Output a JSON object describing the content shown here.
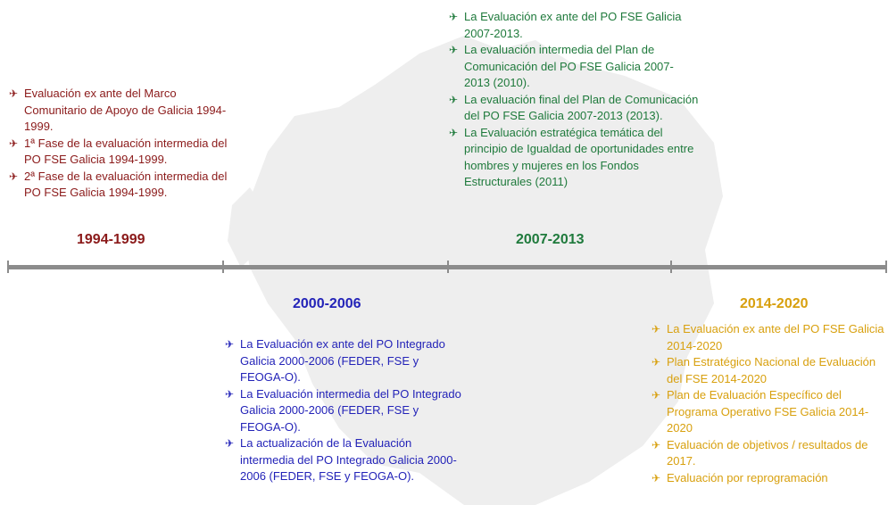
{
  "colors": {
    "p1994": "#8b1a1a",
    "p2000": "#2323b8",
    "p2007": "#1f7a3c",
    "p2014": "#d8a00e",
    "axis": "#8c8c8c",
    "map": "#eeeeee"
  },
  "bullet_icon": "plane-bullet-icon",
  "bullet_glyph": "✈",
  "periods": {
    "p1994": {
      "label": "1994-1999",
      "items": [
        "Evaluación ex ante del Marco Comunitario de Apoyo de Galicia 1994-1999.",
        "1ª Fase de la evaluación intermedia del PO FSE Galicia 1994-1999.",
        "2ª Fase de la evaluación intermedia del PO FSE Galicia 1994-1999."
      ]
    },
    "p2000": {
      "label": "2000-2006",
      "items": [
        "La Evaluación ex ante del PO Integrado Galicia 2000-2006 (FEDER, FSE y FEOGA-O).",
        "La Evaluación intermedia del PO Integrado Galicia 2000-2006 (FEDER, FSE y FEOGA-O).",
        "La actualización de la Evaluación intermedia del PO Integrado Galicia 2000-2006 (FEDER, FSE y FEOGA-O)."
      ]
    },
    "p2007": {
      "label": "2007-2013",
      "items": [
        "La Evaluación ex ante del PO FSE Galicia 2007-2013.",
        "La evaluación intermedia del Plan de Comunicación del PO FSE Galicia 2007-2013 (2010).",
        "La evaluación final del Plan de Comunicación del PO FSE Galicia 2007-2013 (2013).",
        "La Evaluación estratégica temática del principio de Igualdad de oportunidades entre hombres y mujeres en los Fondos Estructurales (2011)"
      ]
    },
    "p2014": {
      "label": "2014-2020",
      "items": [
        "La Evaluación ex ante del PO FSE Galicia 2014-2020",
        "Plan Estratégico Nacional de Evaluación del FSE 2014-2020",
        "Plan de Evaluación Específico del Programa Operativo FSE Galicia 2014-2020",
        "Evaluación de objetivos / resultados de 2017.",
        "Evaluación por reprogramación"
      ]
    }
  }
}
